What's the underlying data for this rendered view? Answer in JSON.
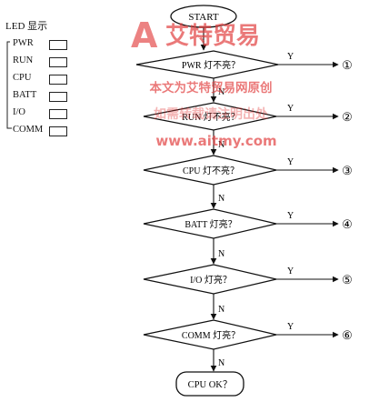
{
  "legend": {
    "title": "LED 显示",
    "items": [
      "PWR",
      "RUN",
      "CPU",
      "BATT",
      "I/O",
      "COMM"
    ]
  },
  "flow": {
    "start": "START",
    "decisions": [
      {
        "text": "PWR 灯不亮？",
        "yes": "Y",
        "no": "N",
        "outcome": "①"
      },
      {
        "text": "RUN 灯不亮？",
        "yes": "Y",
        "no": "N",
        "outcome": "②"
      },
      {
        "text": "CPU 灯不亮？",
        "yes": "Y",
        "no": "N",
        "outcome": "③"
      },
      {
        "text": "BATT 灯亮？",
        "yes": "Y",
        "no": "N",
        "outcome": "④"
      },
      {
        "text": "I/O 灯亮？",
        "yes": "Y",
        "no": "N",
        "outcome": "⑤"
      },
      {
        "text": "COMM 灯亮？",
        "yes": "Y",
        "no": "N",
        "outcome": "⑥"
      }
    ],
    "end": "CPU OK？"
  },
  "watermark": {
    "brand": "艾特贸易",
    "line1": "本文为艾特贸易网原创",
    "line2": "如需转载请注明出处",
    "url": "www.aitmy.com",
    "color": "#e23b3b"
  }
}
